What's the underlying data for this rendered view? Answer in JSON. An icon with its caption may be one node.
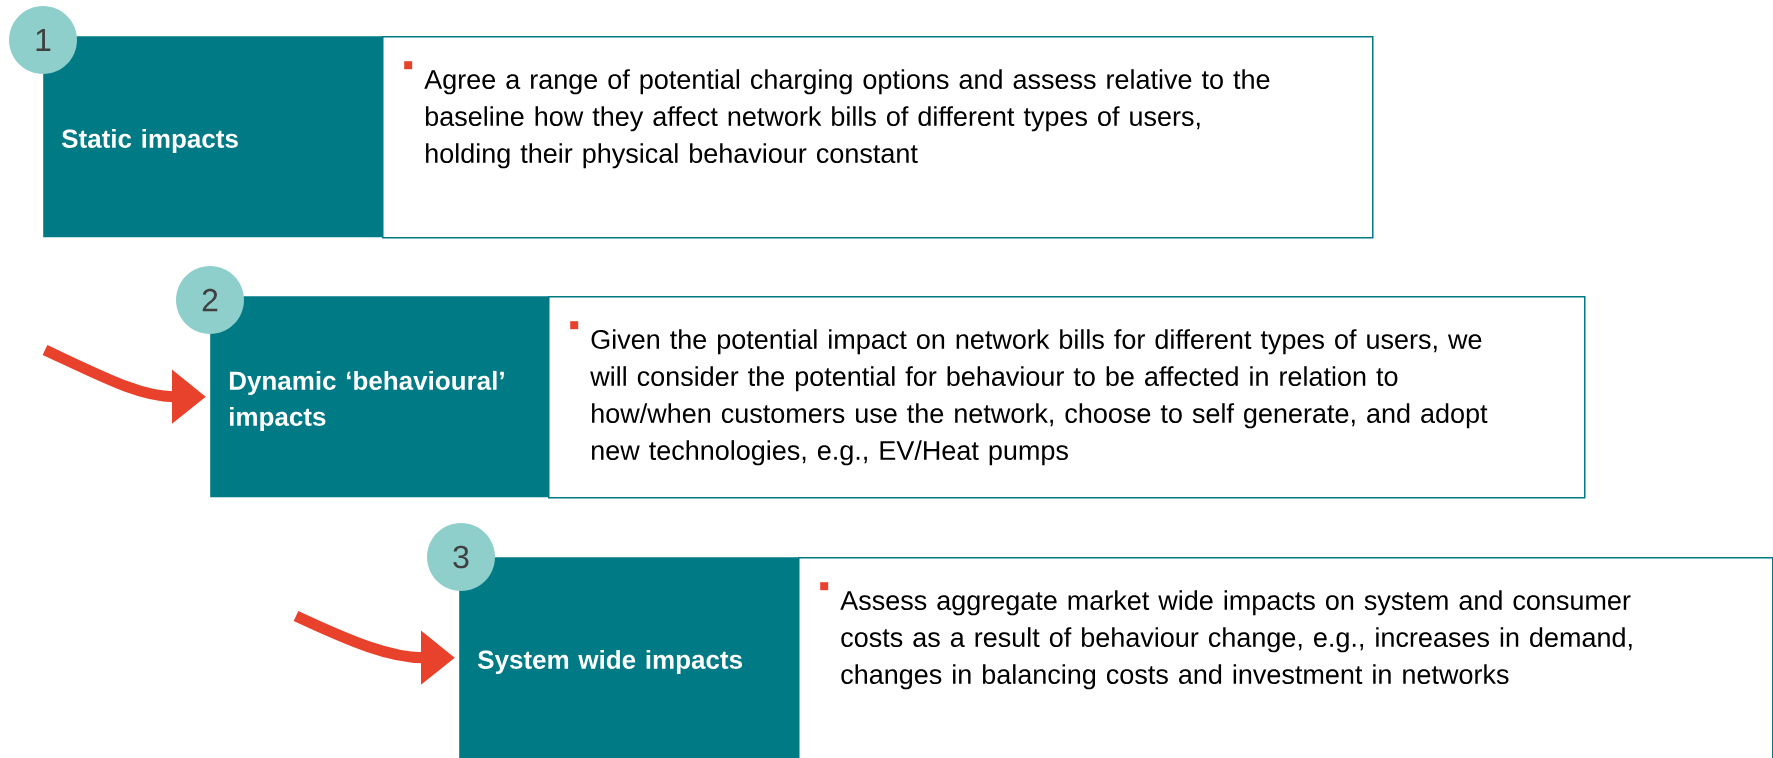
{
  "diagram": {
    "nodes": [
      {
        "text": [
          "1"
        ]
      },
      {
        "text": [
          "Static impacts"
        ]
      },
      {
        "text": [
          "Agree a range of potential charging options and assess relative to the baseline how they affect network bills of different types of users, holding their physical behaviour constant"
        ]
      },
      {
        "text": [
          "2"
        ]
      },
      {
        "text": [
          "Dynamic ‘behavioural’ impacts"
        ]
      },
      {
        "text": [
          "Given the potential impact on network bills for different types of users, we will consider the potential for behaviour to be affected in relation to how/when customers use the network, choose to self generate, and adopt new technologies, e.g., EV/Heat pumps"
        ]
      },
      {
        "text": [
          "3"
        ]
      },
      {
        "text": [
          "System wide impacts"
        ]
      },
      {
        "text": [
          "Assess aggregate market wide impacts on system and consumer costs as a result of behaviour change, e.g., increases in demand, changes in balancing costs and investment in networks"
        ]
      }
    ],
    "edges": [
      {
        "from": null,
        "to": 4,
        "arrow": "to",
        "color": "#e8412c"
      },
      {
        "from": null,
        "to": 7,
        "arrow": "to",
        "color": "#e8412c"
      }
    ]
  }
}
